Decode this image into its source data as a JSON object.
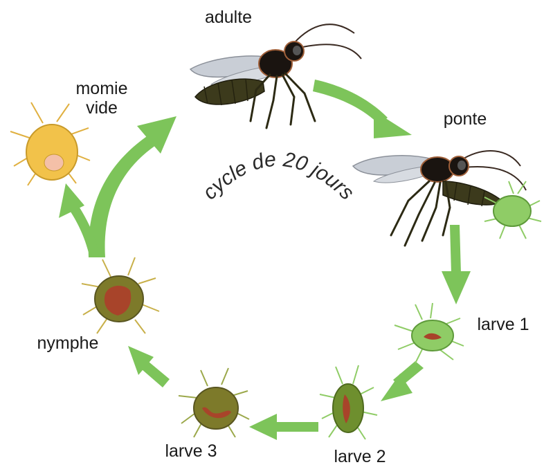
{
  "diagram": {
    "center_text": "cycle de 20 jours",
    "stages": {
      "adulte": "adulte",
      "ponte": "ponte",
      "larve1": "larve 1",
      "larve2": "larve 2",
      "larve3": "larve 3",
      "nymphe": "nymphe",
      "momie_line1": "momie",
      "momie_line2": "vide"
    },
    "colors": {
      "arrow": "#7dc45a",
      "wasp_body": "#1a1410",
      "wasp_abdomen": "#3c3a1c",
      "aphid_green": "#8fcc66",
      "aphid_olive": "#6e8f2e",
      "mummy_olive": "#7d7a2a",
      "empty_mummy": "#f2c24a",
      "larva": "#a8442a"
    }
  }
}
